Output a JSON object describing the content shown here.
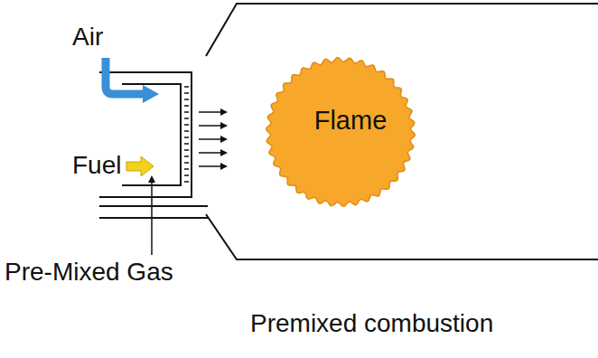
{
  "diagram": {
    "caption": "Premixed combustion",
    "nodes": [
      {
        "text": [
          "Flame"
        ]
      }
    ],
    "labels": [
      "Air",
      "Fuel",
      "Pre-Mixed Gas"
    ]
  }
}
